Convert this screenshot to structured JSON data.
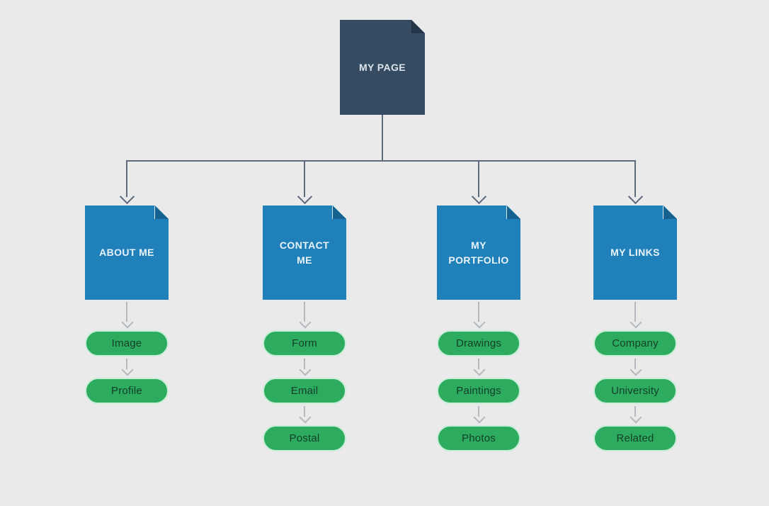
{
  "diagram": {
    "type": "sitemap",
    "root": {
      "title": "MY PAGE"
    },
    "columns": [
      {
        "title": "ABOUT ME",
        "children": [
          "Image",
          "Profile"
        ]
      },
      {
        "title": "CONTACT ME",
        "children": [
          "Form",
          "Email",
          "Postal"
        ]
      },
      {
        "title": "MY PORTFOLIO",
        "children": [
          "Drawings",
          "Paintings",
          "Photos"
        ]
      },
      {
        "title": "MY LINKS",
        "children": [
          "Company",
          "University",
          "Related"
        ]
      }
    ],
    "colors": {
      "background": "#eaeaea",
      "root_page": "#344b61",
      "child_page": "#2080ba",
      "pill_fill": "#2dab5e",
      "pill_border": "#c7edd6",
      "pill_text": "#14402a",
      "connector_dark": "#5c6a79",
      "connector_light": "#b3b9be"
    }
  }
}
